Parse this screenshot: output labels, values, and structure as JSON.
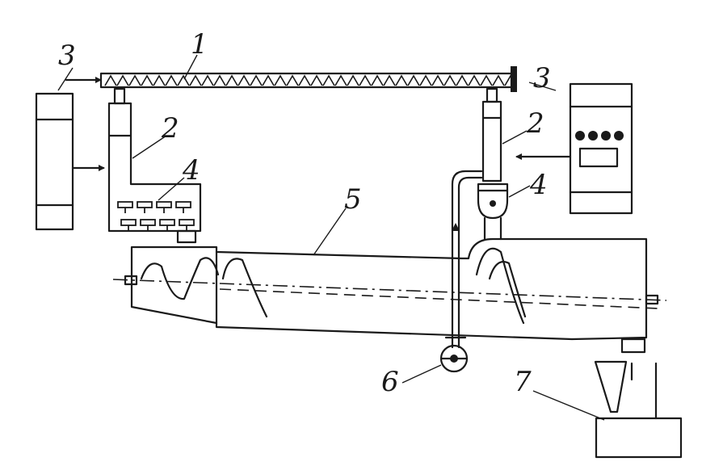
{
  "labels": {
    "screw_conveyor": "1",
    "bunker_left": "2",
    "bunker_right": "2",
    "control_left": "3",
    "control_right": "3",
    "doser_left": "4",
    "doser_right": "4",
    "mixer": "5",
    "pump": "6",
    "receiver": "7"
  },
  "control_panel": {
    "indicator_lights": 4
  },
  "colors": {
    "ink": "#1a1a1a",
    "background": "#ffffff"
  }
}
